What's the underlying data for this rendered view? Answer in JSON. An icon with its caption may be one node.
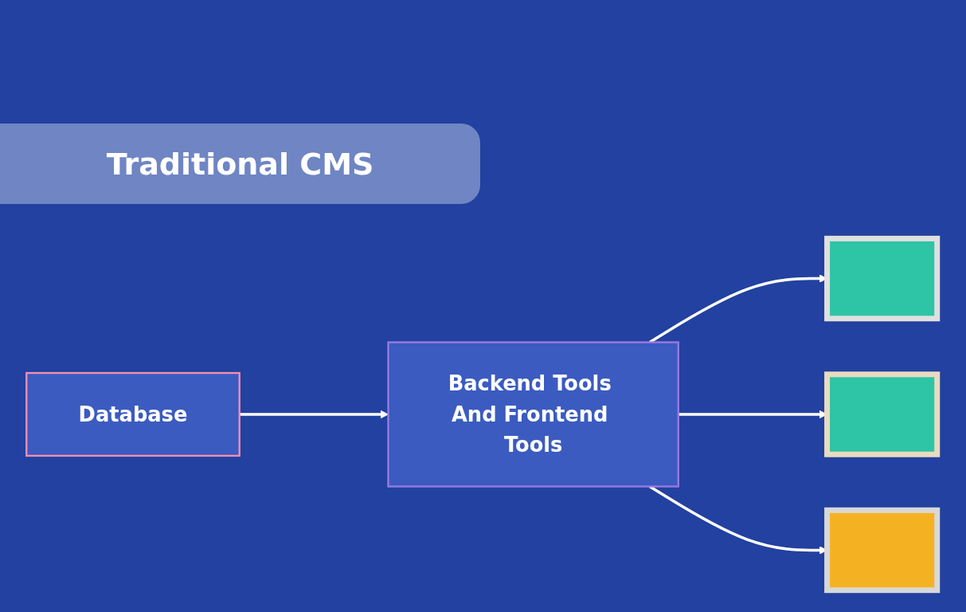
{
  "diagram": {
    "title": "Traditional CMS",
    "nodes": [
      {
        "text": [
          "Database"
        ]
      },
      {
        "text": [
          "Backend Tools And Frontend Tools"
        ]
      },
      {
        "text": [],
        "shape": "box"
      },
      {
        "text": [],
        "shape": "box"
      },
      {
        "text": [],
        "shape": "box"
      }
    ],
    "edges": [
      {
        "from": 0,
        "to": 1,
        "arrow": "to"
      },
      {
        "from": 1,
        "to": 2,
        "arrow": "to"
      },
      {
        "from": 1,
        "to": 3,
        "arrow": "to"
      },
      {
        "from": 1,
        "to": 4,
        "arrow": "to"
      }
    ]
  }
}
